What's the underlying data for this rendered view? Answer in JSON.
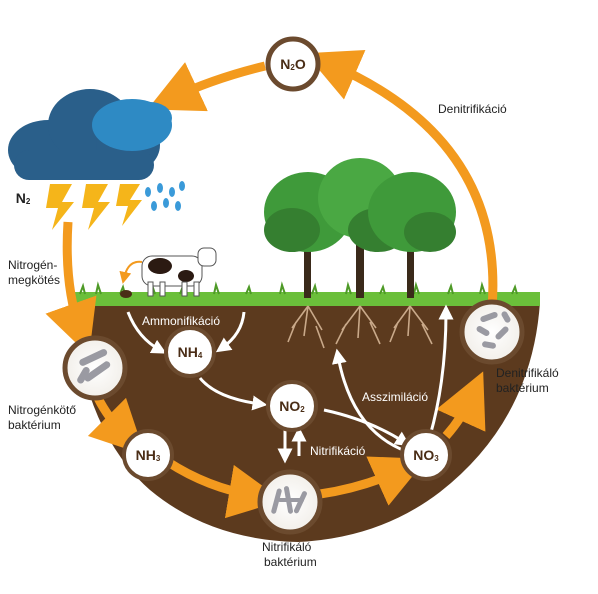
{
  "nodes": {
    "n2o": {
      "base": "N",
      "sub": "2",
      "tail": "O"
    },
    "nh4": {
      "base": "NH",
      "sub": "4",
      "tail": ""
    },
    "no2": {
      "base": "NO",
      "sub": "2",
      "tail": ""
    },
    "nh3": {
      "base": "NH",
      "sub": "3",
      "tail": ""
    },
    "no3": {
      "base": "NO",
      "sub": "3",
      "tail": ""
    },
    "n2": {
      "base": "N",
      "sub": "2",
      "tail": ""
    }
  },
  "labels": {
    "denitrification": "Denitrifikáció",
    "fixation_line1": "Nitrogén-",
    "fixation_line2": "megkötés",
    "ammonification": "Ammonifikáció",
    "nitrification": "Nitrifikáció",
    "assimilation": "Asszimiláció",
    "fixing_bacteria_line1": "Nitrogénkötő",
    "fixing_bacteria_line2": "baktérium",
    "nitrifying_bacteria_line1": "Nitrifikáló",
    "nitrifying_bacteria_line2": "baktérium",
    "denitrifying_bacteria_line1": "Denitrifikáló",
    "denitrifying_bacteria_line2": "baktérium"
  },
  "colors": {
    "cycle_arrow": "#f39a1e",
    "soil": "#5c3a1e",
    "grass": "#6bbf3a",
    "cloud_dark": "#2a5f8a",
    "cloud_light": "#2e8ac4",
    "lightning": "#f5b51a",
    "rain": "#3a9ad9",
    "tree": "#3f9a3a",
    "node_fill": "#ffffff"
  }
}
